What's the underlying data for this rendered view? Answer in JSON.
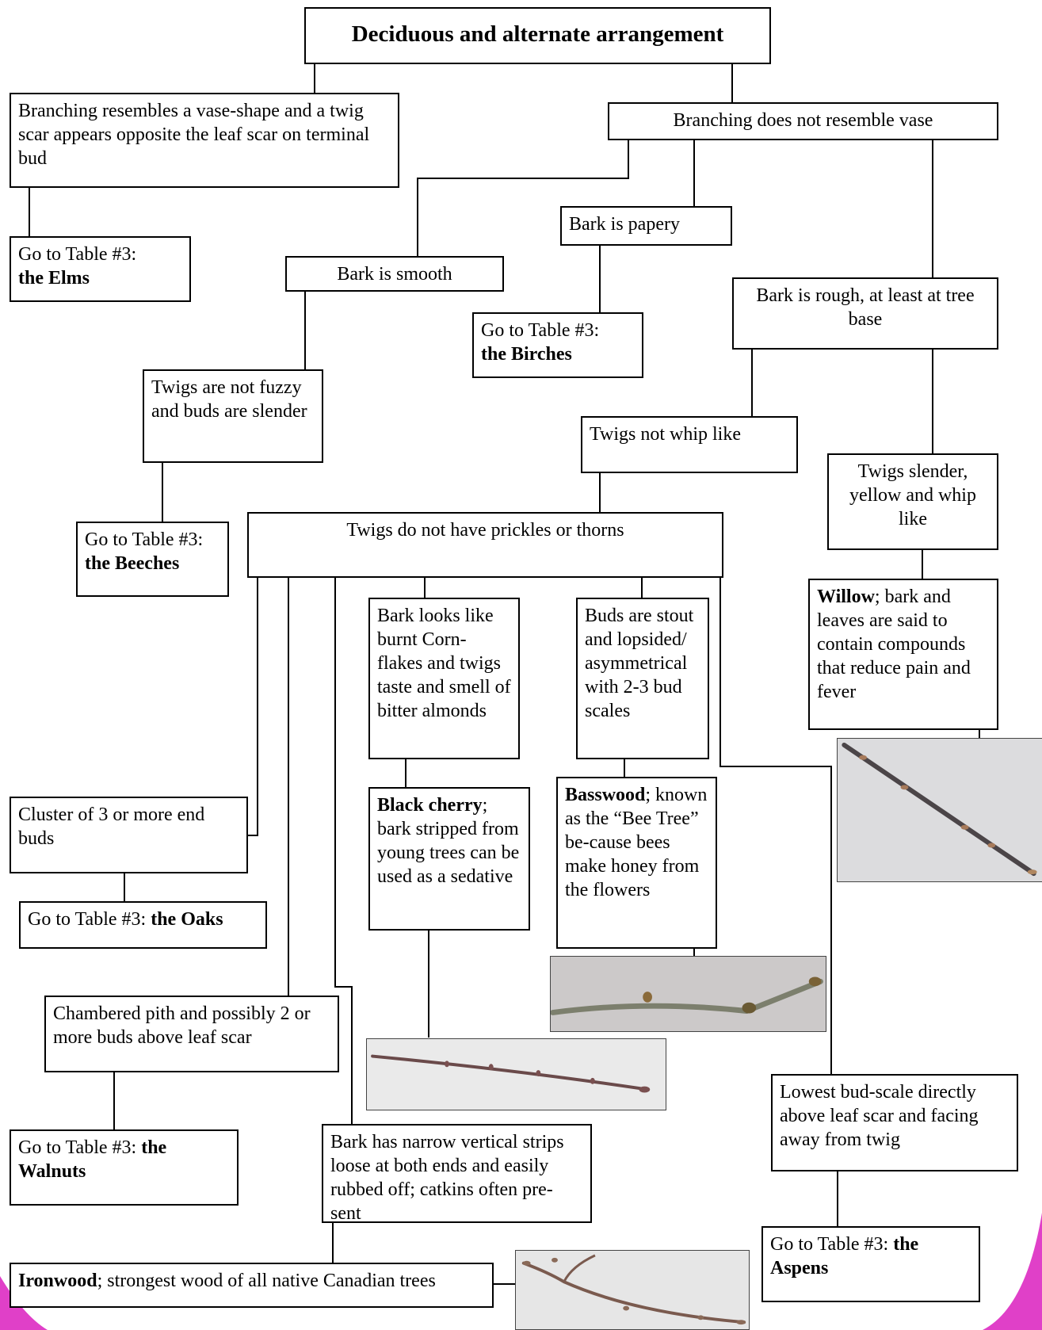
{
  "title": "Deciduous and alternate arrangement",
  "nodes": {
    "vase": "Branching resembles a vase-shape and a twig scar appears opposite the leaf scar on terminal bud",
    "elms": {
      "prefix": "Go to Table #3:",
      "name": "the Elms"
    },
    "not_vase": "Branching does not resemble vase",
    "papery": "Bark is papery",
    "birches": {
      "prefix": "Go to Table #3:",
      "name": "the Birches"
    },
    "smooth": "Bark is smooth",
    "rough": "Bark is rough, at least at tree base",
    "not_fuzzy": "Twigs are not fuzzy and buds are slender",
    "beeches": {
      "prefix": "Go to Table #3:",
      "name": "the Beeches"
    },
    "not_whip": "Twigs not whip like",
    "slender": "Twigs slender, yellow and whip like",
    "no_prickles": "Twigs do not have prickles or thorns",
    "willow": {
      "name": "Willow",
      "text": "; bark and leaves are said to contain compounds that reduce pain and fever"
    },
    "cornflakes": "Bark looks like burnt Corn-flakes and twigs taste and smell of bitter almonds",
    "stout_buds": "Buds are stout and lopsided/ asymmetrical with 2-3 bud scales",
    "cherry": {
      "name": "Black cherry",
      "text": "; bark stripped from young trees can be used as a sedative"
    },
    "basswood": {
      "name": "Basswood",
      "text": "; known as the “Bee Tree” be-cause bees make honey from the flowers"
    },
    "cluster": "Cluster of 3 or more end buds",
    "oaks": {
      "prefix": "Go to Table #3:",
      "name": "the Oaks"
    },
    "chambered": "Chambered pith and possibly 2 or more buds above leaf scar",
    "walnuts": {
      "prefix": "Go to Table #3:",
      "name": "the Walnuts"
    },
    "bud_scale": "Lowest bud-scale directly above leaf scar and facing away from twig",
    "aspens": {
      "prefix": "Go to Table #3:",
      "name": "the Aspens"
    },
    "strips": "Bark has narrow vertical strips loose at both ends and easily rubbed off; catkins often pre-sent",
    "ironwood": {
      "name": "Ironwood",
      "text": "; strongest wood of all native Canadian trees"
    }
  },
  "colors": {
    "border": "#000000",
    "background": "#ffffff",
    "corner_accent": "#e040c8"
  }
}
